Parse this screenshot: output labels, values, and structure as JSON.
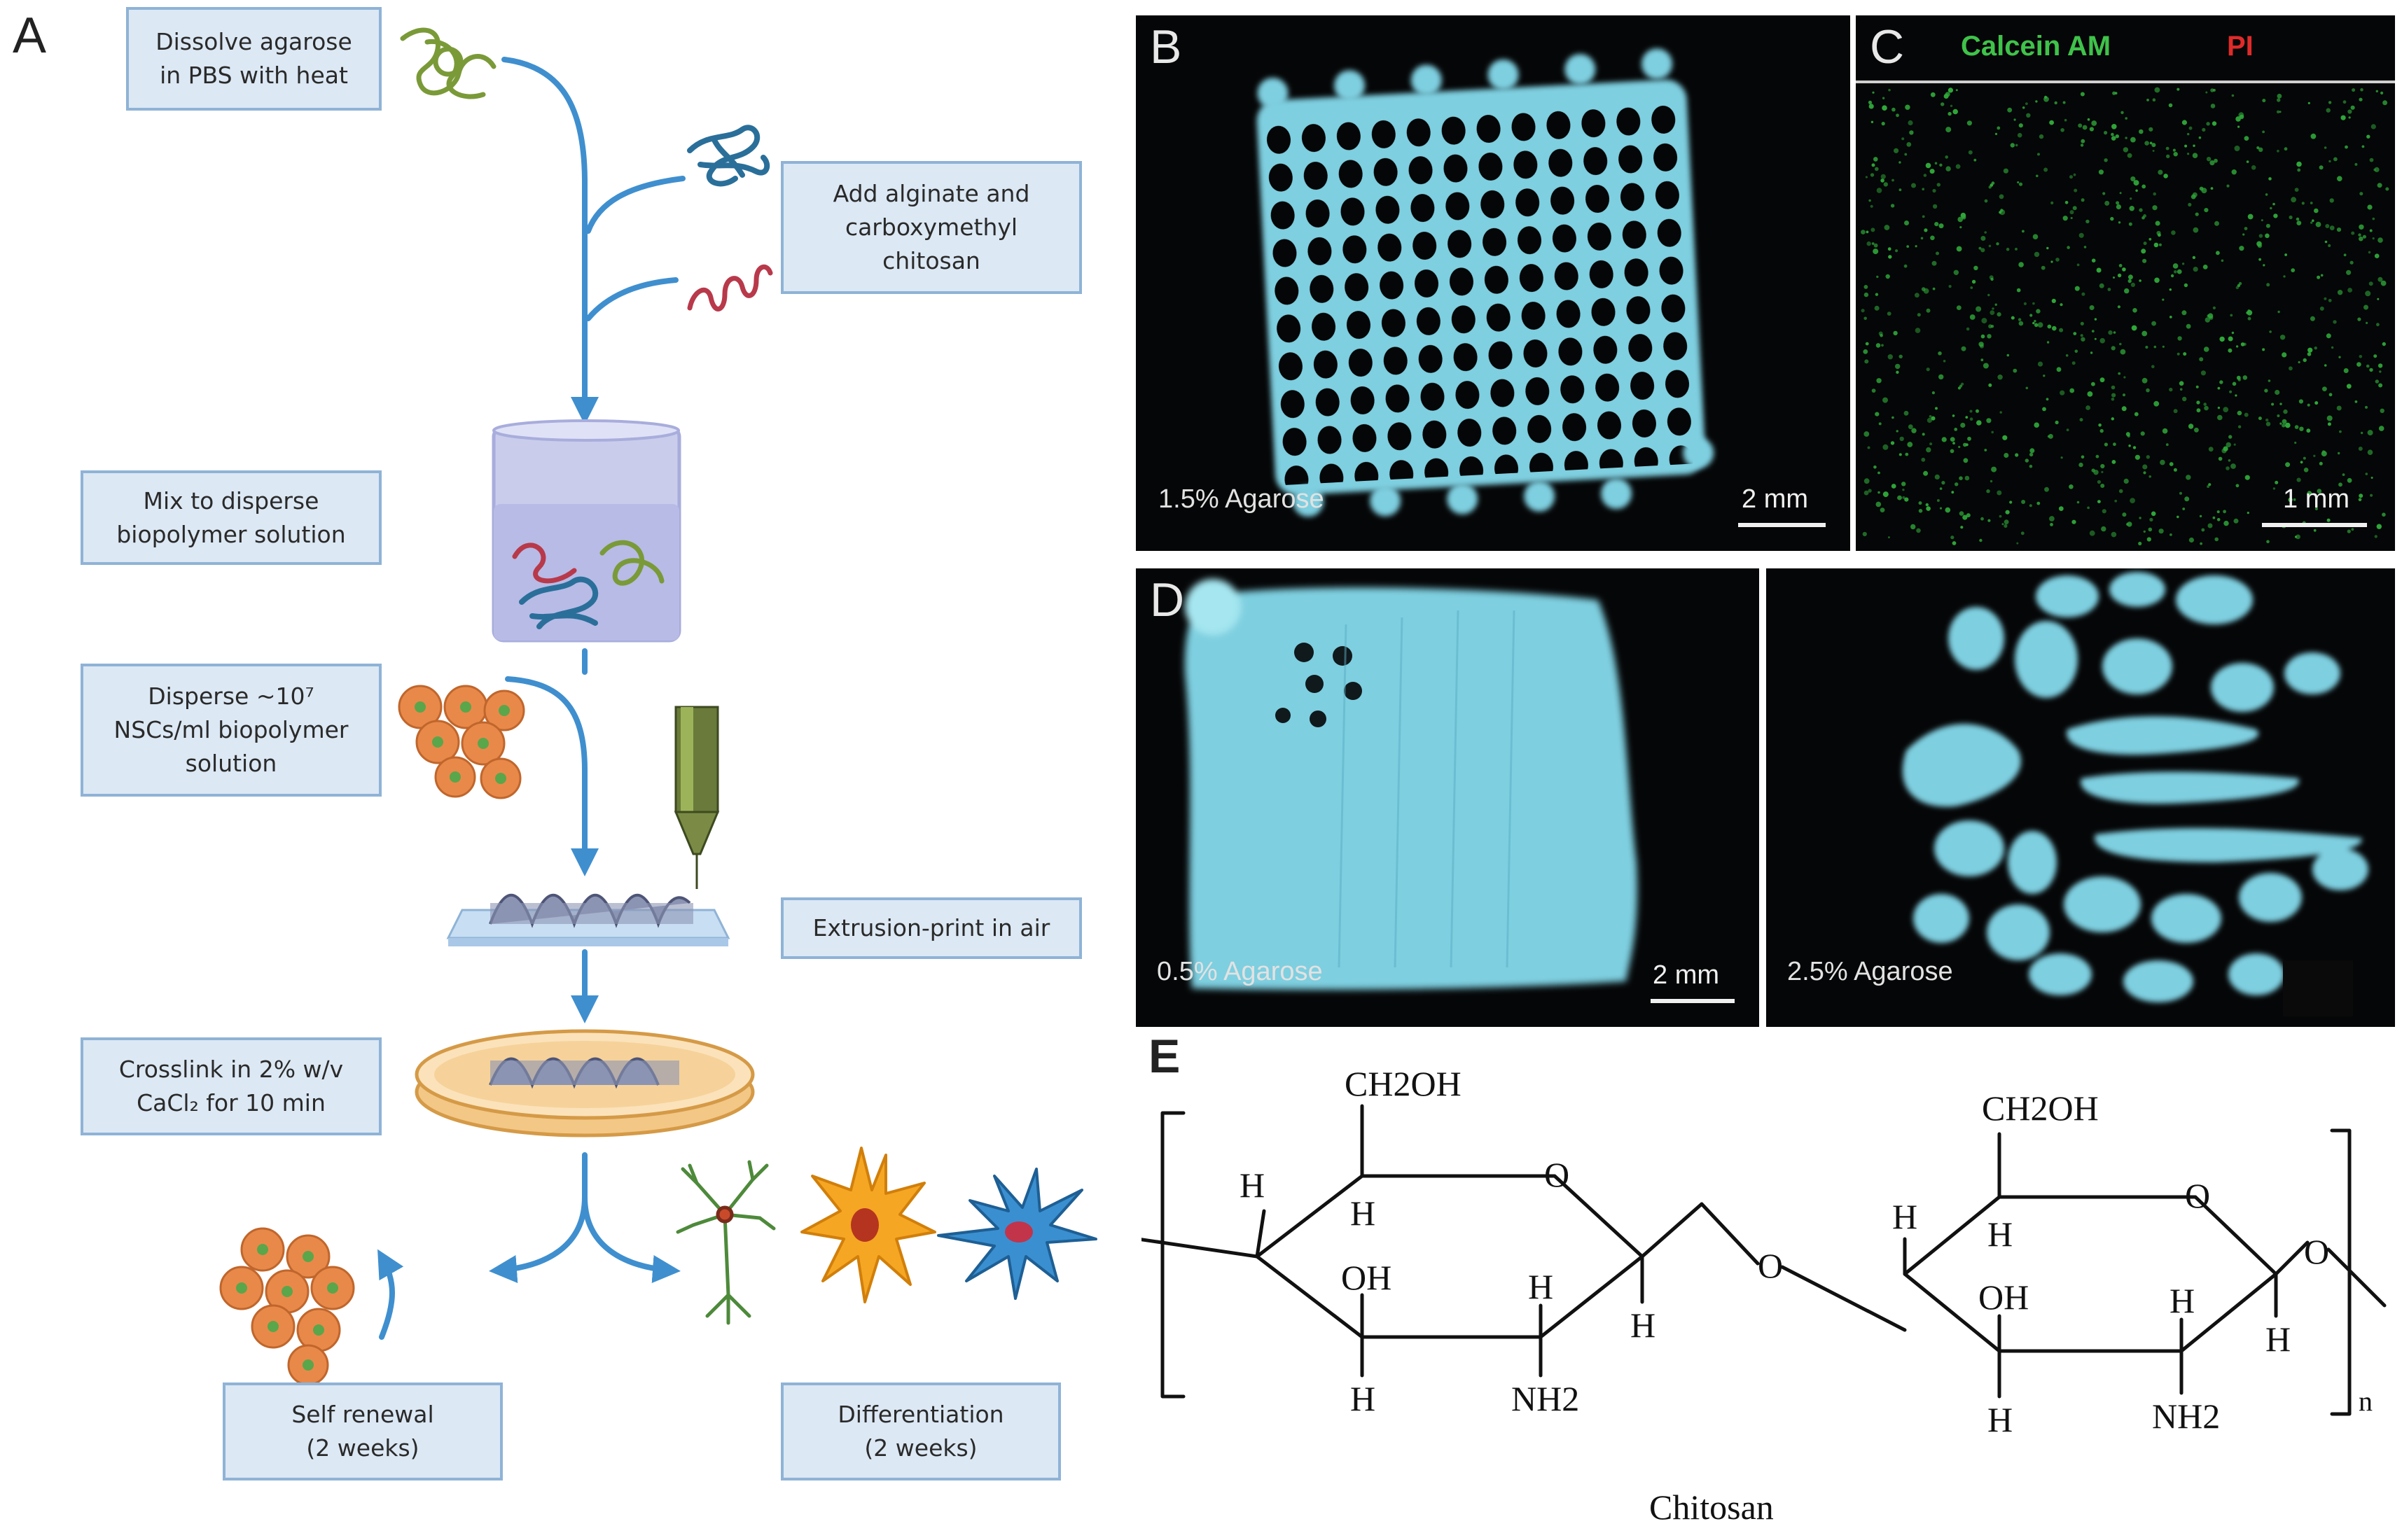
{
  "panel_a": {
    "label": "A",
    "steps": [
      "Dissolve agarose\nin PBS with heat",
      "Add alginate and\ncarboxymethyl\nchitosan",
      "Mix to disperse\nbiopolymer solution",
      "Disperse  ~10⁷\nNSCs/ml biopolymer\nsolution",
      "Extrusion-print in air",
      "Crosslink in 2% w/v\nCaCl₂ for 10 min",
      "Self renewal\n(2 weeks)",
      "Differentiation\n(2 weeks)"
    ],
    "colors": {
      "box_fill": "#dce8f4",
      "box_border": "#8fb3d6",
      "arrow": "#3f8fcf",
      "agarose_strand": "#7a9a38",
      "alginate_strand": "#2a6f9a",
      "chitosan_strand": "#b8394a",
      "cell": "#e8894a",
      "cell_nucleus": "#5aa64a"
    }
  },
  "panel_b": {
    "label": "B",
    "caption": "1.5% Agarose",
    "scale_bar": "2 mm",
    "scaffold_color": "#7ecfe0"
  },
  "panel_c": {
    "label": "C",
    "stain_1": "Calcein AM",
    "stain_1_color": "#3fc24a",
    "stain_2": "PI",
    "stain_2_color": "#e02a2a",
    "scale_bar": "1 mm"
  },
  "panel_d": {
    "label": "D",
    "left_caption": "0.5% Agarose",
    "left_scale_bar": "2 mm",
    "right_caption": "2.5% Agarose"
  },
  "panel_e": {
    "label": "E",
    "ring_1": {
      "ch2oh": "CH2OH",
      "o": "O",
      "h_top": "H",
      "h_left": "H",
      "oh": "OH",
      "h_bottom": "H",
      "h_mid": "H",
      "nh2": "NH2",
      "h_right": "H"
    },
    "linker_o": "O",
    "ring_2": {
      "ch2oh": "CH2OH",
      "o": "O",
      "h_top": "H",
      "h_left": "H",
      "oh": "OH",
      "h_bottom": "H",
      "h_mid": "H",
      "nh2": "NH2",
      "h_right": "H"
    },
    "end_o": "O",
    "repeat": "n",
    "name": "Chitosan"
  }
}
